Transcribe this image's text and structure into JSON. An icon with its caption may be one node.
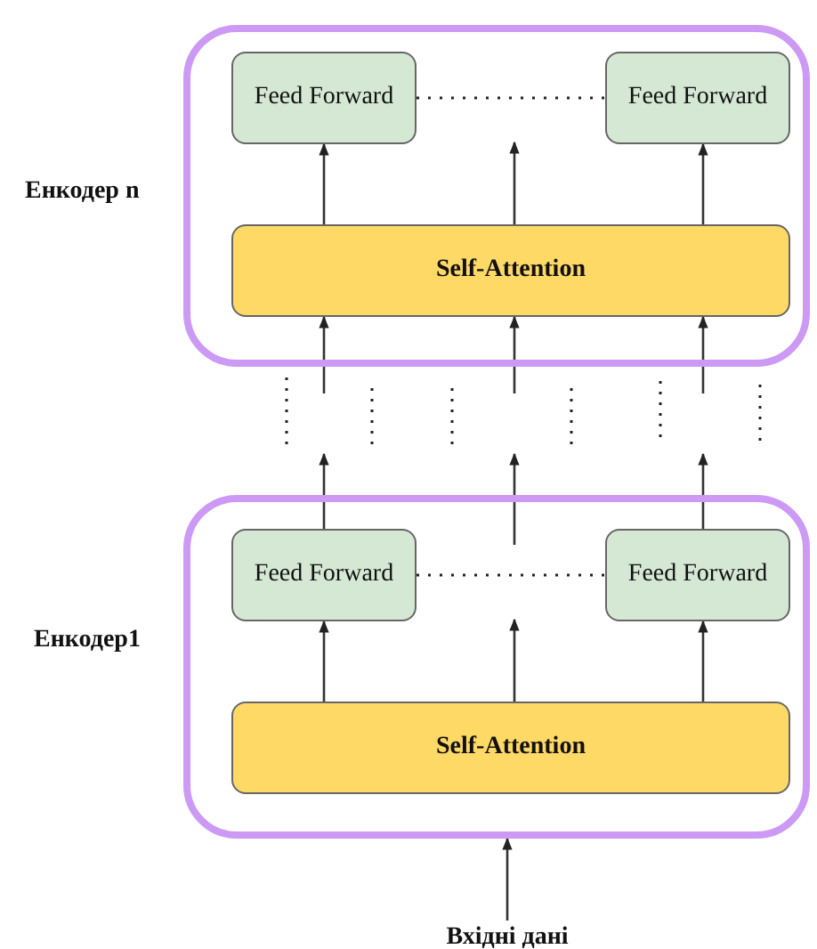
{
  "diagram": {
    "nodes": [
      {
        "text": [
          "Енкодер n"
        ]
      },
      {
        "text": [
          "Feed Forward"
        ],
        "in": 0
      },
      {
        "text": [
          "Feed Forward"
        ],
        "in": 0
      },
      {
        "text": [
          "Self-Attention"
        ],
        "in": 0
      },
      {
        "text": [
          "Енкодер1"
        ]
      },
      {
        "text": [
          "Feed Forward"
        ],
        "in": 4
      },
      {
        "text": [
          "Feed Forward"
        ],
        "in": 4
      },
      {
        "text": [
          "Self-Attention"
        ],
        "in": 4
      },
      {
        "text": [
          "Вхідні дані"
        ]
      }
    ],
    "edges": [
      {
        "from": 1,
        "to": 2,
        "arrow": "none",
        "style": "dashed"
      },
      {
        "from": 3,
        "to": 1,
        "arrow": "to"
      },
      {
        "from": 3,
        "to": null,
        "arrow": "to"
      },
      {
        "from": 3,
        "to": 2,
        "arrow": "to"
      },
      {
        "from": null,
        "to": 3,
        "arrow": "to"
      },
      {
        "from": null,
        "to": 3,
        "arrow": "to"
      },
      {
        "from": null,
        "to": 3,
        "arrow": "to"
      },
      {
        "from": 5,
        "to": null,
        "arrow": "to"
      },
      {
        "from": 6,
        "to": null,
        "arrow": "to"
      },
      {
        "from": 5,
        "to": 6,
        "arrow": "none",
        "style": "dashed"
      },
      {
        "from": 7,
        "to": 5,
        "arrow": "to"
      },
      {
        "from": 7,
        "to": null,
        "arrow": "to"
      },
      {
        "from": 7,
        "to": 6,
        "arrow": "to"
      },
      {
        "from": 8,
        "to": 4,
        "arrow": "to"
      }
    ]
  }
}
